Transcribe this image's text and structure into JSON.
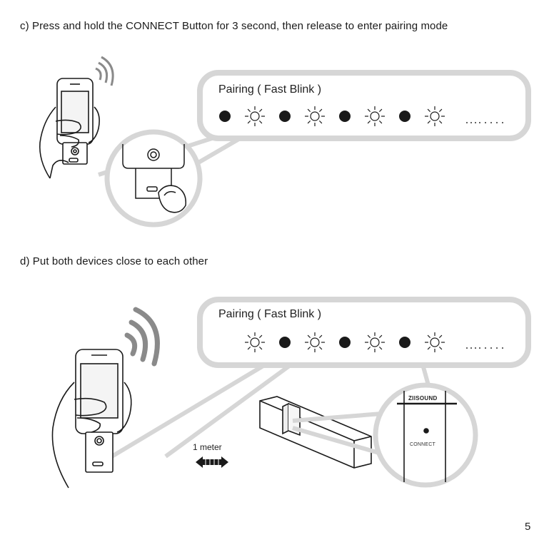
{
  "step_c": {
    "title": "c) Press and hold the CONNECT Button for 3 second, then release to enter pairing mode",
    "callout_label": "Pairing ( Fast Blink )",
    "blink_sequence": [
      "on",
      "off",
      "on",
      "off",
      "on",
      "off",
      "on",
      "off"
    ]
  },
  "step_d": {
    "title": "d) Put both devices close to each other",
    "callout_label": "Pairing ( Fast Blink )",
    "blink_sequence": [
      "off",
      "on",
      "off",
      "on",
      "off",
      "on",
      "off"
    ],
    "distance_label": "1 meter",
    "brand_label": "ZIISOUND",
    "connect_label": "CONNECT"
  },
  "page_number": "5",
  "colors": {
    "callout_outline": "#d6d6d6",
    "ink": "#1a1a1a",
    "signal": "#8a8a8a"
  }
}
